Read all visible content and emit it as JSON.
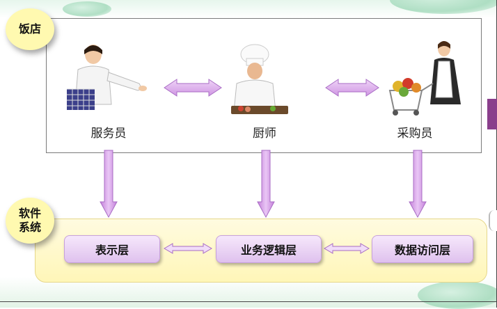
{
  "restaurant": {
    "label": "饭店",
    "roles": [
      {
        "label": "服务员",
        "figure": "waiter-figure"
      },
      {
        "label": "厨师",
        "figure": "chef-figure"
      },
      {
        "label": "采购员",
        "figure": "buyer-figure"
      }
    ]
  },
  "software": {
    "label": "软件\n系统",
    "layers": [
      {
        "label": "表示层"
      },
      {
        "label": "业务逻辑层"
      },
      {
        "label": "数据访问层"
      }
    ]
  },
  "colors": {
    "arrow_fill": "#dba6ea",
    "arrow_stroke": "#a86cc4",
    "circle_fill": "#fff9b0",
    "layer_fill": "#e9d2f3",
    "software_fill": "#fff7c2"
  }
}
